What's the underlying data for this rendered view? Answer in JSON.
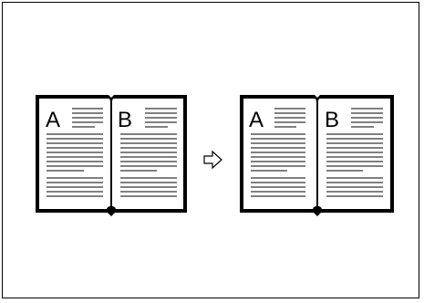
{
  "figure": {
    "before": {
      "left_page_letter": "A",
      "right_page_letter": "B"
    },
    "after": {
      "left_page_letter": "A",
      "right_page_letter": "B"
    },
    "arrow_icon": "hollow-right-arrow-icon",
    "colors": {
      "ink": "#000000",
      "paper": "#ffffff"
    }
  }
}
